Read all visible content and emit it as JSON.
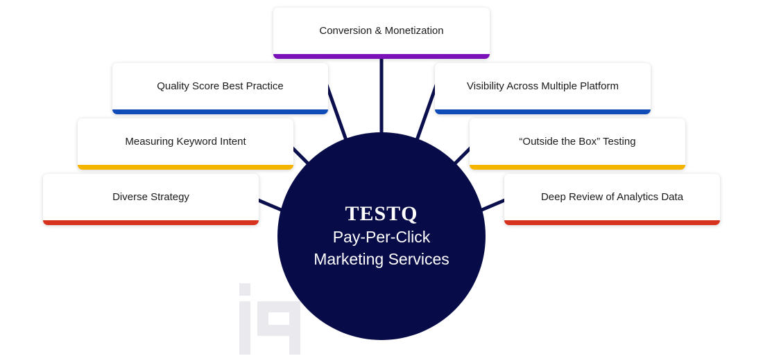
{
  "hub": {
    "brand": "TESTQ",
    "line1": "Pay-Per-Click",
    "line2": "Marketing Services",
    "color": "#070b48"
  },
  "connector_color": "#0b0f4d",
  "cards": [
    {
      "label": "Conversion & Monetization",
      "accent": "#7a10b8"
    },
    {
      "label": "Quality Score Best Practice",
      "accent": "#0f4cb8"
    },
    {
      "label": "Visibility Across Multiple Platform",
      "accent": "#0f4cb8"
    },
    {
      "label": "Measuring Keyword Intent",
      "accent": "#f5b400"
    },
    {
      "label": "“Outside the Box” Testing",
      "accent": "#f5b400"
    },
    {
      "label": "Diverse Strategy",
      "accent": "#d6321e"
    },
    {
      "label": "Deep Review of Analytics Data",
      "accent": "#d6321e"
    }
  ]
}
